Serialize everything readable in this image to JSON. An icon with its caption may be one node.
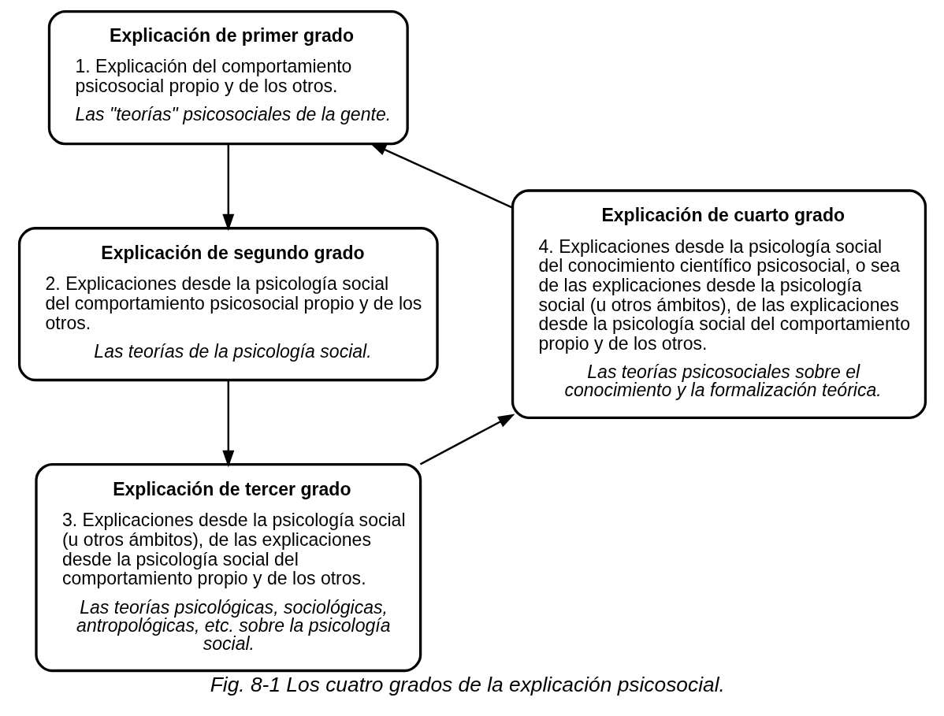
{
  "diagram": {
    "caption": "Fig. 8-1 Los cuatro grados de la explicación psicosocial.",
    "nodes": [
      {
        "text": [
          "Explicación de primer grado",
          "1. Explicación del comportamiento psicosocial propio y de los otros.",
          "Las \"teorías\" psicosociales de la gente."
        ]
      },
      {
        "text": [
          "Explicación de segundo grado",
          "2. Explicaciones desde la psicología social del comportamiento psicosocial propio y de los otros.",
          "Las teorías de la psicología social."
        ]
      },
      {
        "text": [
          "Explicación de tercer grado",
          "3. Explicaciones desde la psicología social (u otros ámbitos), de las explicaciones desde la psicología social del comportamiento propio y de los otros.",
          "Las teorías psicológicas, sociológicas, antropológicas, etc. sobre la psicología social."
        ]
      },
      {
        "text": [
          "Explicación de cuarto grado",
          "4. Explicaciones desde la psicología social del conocimiento científico psicosocial, o sea de las explicaciones desde la psicología social (u otros ámbitos), de las explicaciones desde la psicología social del comportamiento propio y de los otros.",
          "Las teorías psicosociales sobre el conocimiento y la formalización teórica."
        ]
      }
    ],
    "edges": [
      {
        "from": 0,
        "to": 1,
        "arrow": "to"
      },
      {
        "from": 1,
        "to": 2,
        "arrow": "to"
      },
      {
        "from": 2,
        "to": 3,
        "arrow": "to"
      },
      {
        "from": 3,
        "to": 0,
        "arrow": "to"
      }
    ]
  }
}
